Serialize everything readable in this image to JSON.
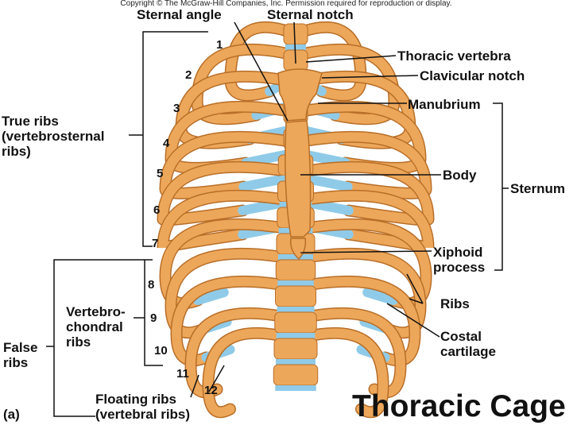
{
  "copyright": "Copyright © The McGraw-Hill Companies, Inc. Permission required for reproduction or display.",
  "title": "Thoracic Cage",
  "panel": "(a)",
  "labels": {
    "sternal_angle": "Sternal angle",
    "sternal_notch": "Sternal notch",
    "thoracic_vertebra": "Thoracic vertebra",
    "clavicular_notch": "Clavicular notch",
    "manubrium": "Manubrium",
    "body": "Body",
    "sternum": "Sternum",
    "xiphoid_1": "Xiphoid",
    "xiphoid_2": "process",
    "ribs": "Ribs",
    "costal_1": "Costal",
    "costal_2": "cartilage",
    "true_1": "True ribs",
    "true_2": "(vertebrosternal",
    "true_3": "ribs)",
    "vc_1": "Vertebro-",
    "vc_2": "chondral",
    "vc_3": "ribs",
    "false_1": "False",
    "false_2": "ribs",
    "floating_1": "Floating ribs",
    "floating_2": "(vertebral ribs)"
  },
  "rib_numbers": [
    "1",
    "2",
    "3",
    "4",
    "5",
    "6",
    "7",
    "8",
    "9",
    "10",
    "11",
    "12"
  ],
  "colors": {
    "bone": "#eda75a",
    "bone_dark": "#b86e28",
    "cartilage": "#8fcbe8",
    "leader": "#111111"
  }
}
